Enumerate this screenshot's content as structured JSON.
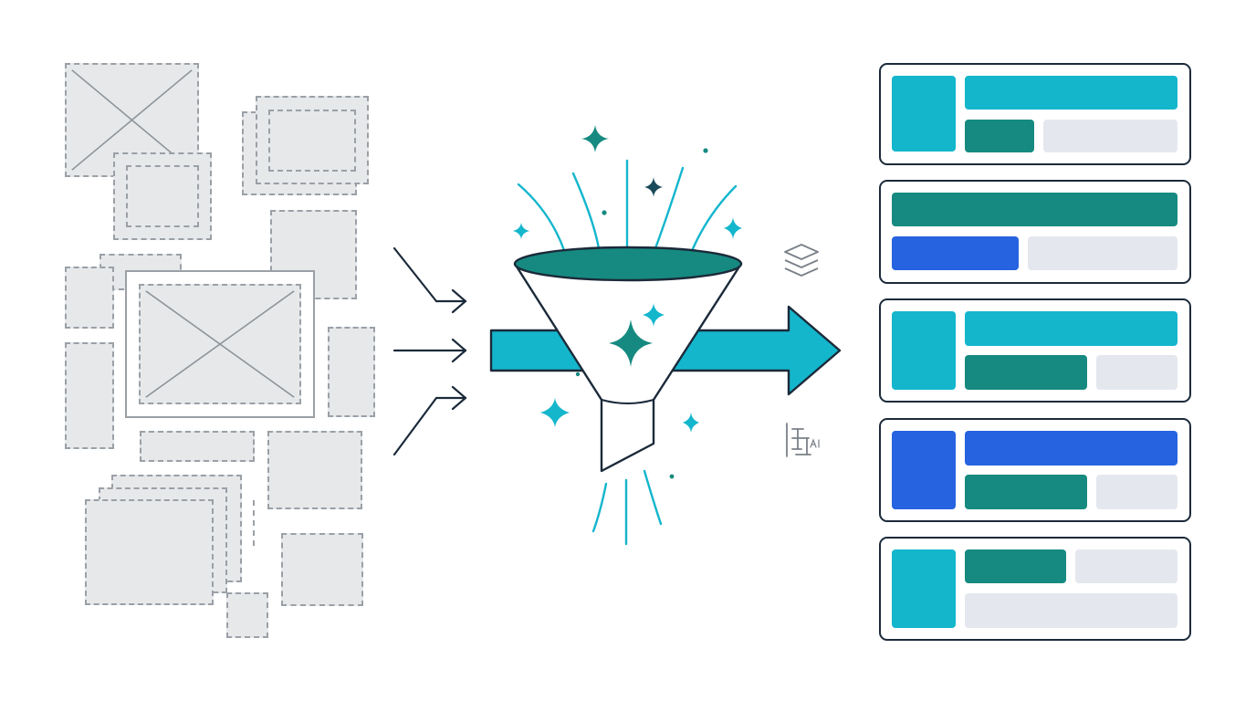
{
  "colors": {
    "placeholder_fill": "#e6e8ea",
    "placeholder_stroke": "#9aa0a6",
    "navy": "#1b2a3a",
    "teal_dark": "#168a80",
    "teal_deep": "#0f7f74",
    "cyan": "#14b6cc",
    "blue": "#2563e0",
    "light": "#e4e8ee"
  },
  "icons": {
    "input_arrows": "arrow-right-icon",
    "funnel": "funnel-icon",
    "flow_arrow": "arrow-right-icon",
    "layers": "layers-icon",
    "ai_align": "ai-align-icon",
    "sparkle": "sparkle-icon"
  },
  "cards": [
    {
      "rows": [
        [
          "cyan-tile",
          "cyan-bar"
        ],
        [
          "teal-pill",
          "light-pill"
        ]
      ]
    },
    {
      "rows": [
        [
          "teal-bar"
        ],
        [
          "blue-pill",
          "light-pill"
        ]
      ]
    },
    {
      "rows": [
        [
          "cyan-tile",
          "cyan-bar"
        ],
        [
          "teal-pill",
          "light-pill"
        ]
      ]
    },
    {
      "rows": [
        [
          "blue-tile",
          "blue-bar"
        ],
        [
          "teal-pill",
          "light-pill"
        ]
      ]
    },
    {
      "rows": [
        [
          "cyan-tile",
          "teal-pill",
          "light-pill"
        ],
        [
          "light-bar"
        ]
      ]
    }
  ]
}
